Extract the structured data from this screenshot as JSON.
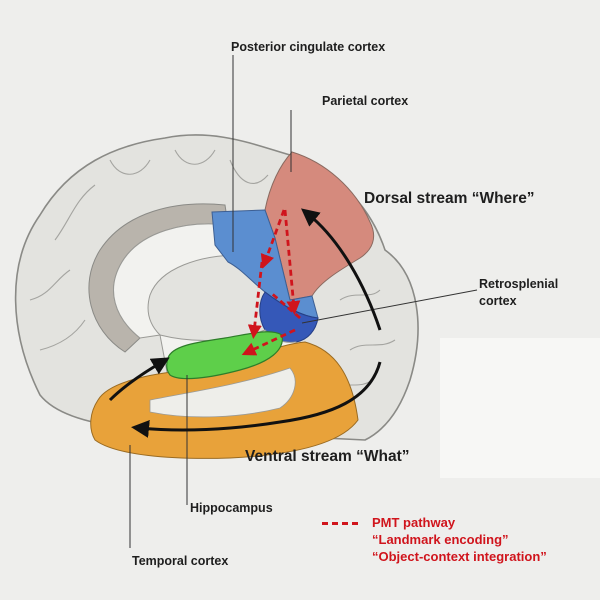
{
  "labels": {
    "posterior_cingulate": "Posterior cingulate cortex",
    "parietal": "Parietal cortex",
    "dorsal_stream": "Dorsal stream “Where”",
    "retrosplenial_line1": "Retrosplenial",
    "retrosplenial_line2": "cortex",
    "ventral_stream": "Ventral stream “What”",
    "hippocampus": "Hippocampus",
    "temporal": "Temporal cortex"
  },
  "legend": {
    "line1": "PMT pathway",
    "line2": "“Landmark encoding”",
    "line3": "“Object-context integration”"
  },
  "colors": {
    "background": "#eeeeec",
    "cortex": "#e3e3df",
    "corpus_callosum": "#b9b4ac",
    "parietal": "#d58a7d",
    "posterior_cingulate": "#5b8ed0",
    "retrosplenial": "#3558b8",
    "hippocampus": "#5ecf4a",
    "temporal": "#e8a23a",
    "pmt_pathway": "#d0141c"
  }
}
